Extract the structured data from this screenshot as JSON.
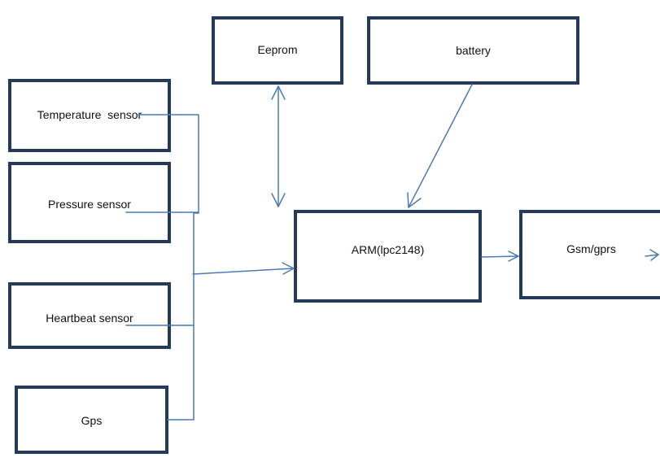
{
  "diagram": {
    "blocks": {
      "eeprom": "Eeprom",
      "battery": "battery",
      "temperature": "Temperature  sensor",
      "pressure": "Pressure sensor",
      "heartbeat": "Heartbeat sensor",
      "gps": "Gps",
      "arm": "ARM(lpc2148)",
      "gsm": "Gsm/gprs"
    },
    "colors": {
      "box_border": "#243a5a",
      "connector": "#4a7ab5"
    }
  }
}
